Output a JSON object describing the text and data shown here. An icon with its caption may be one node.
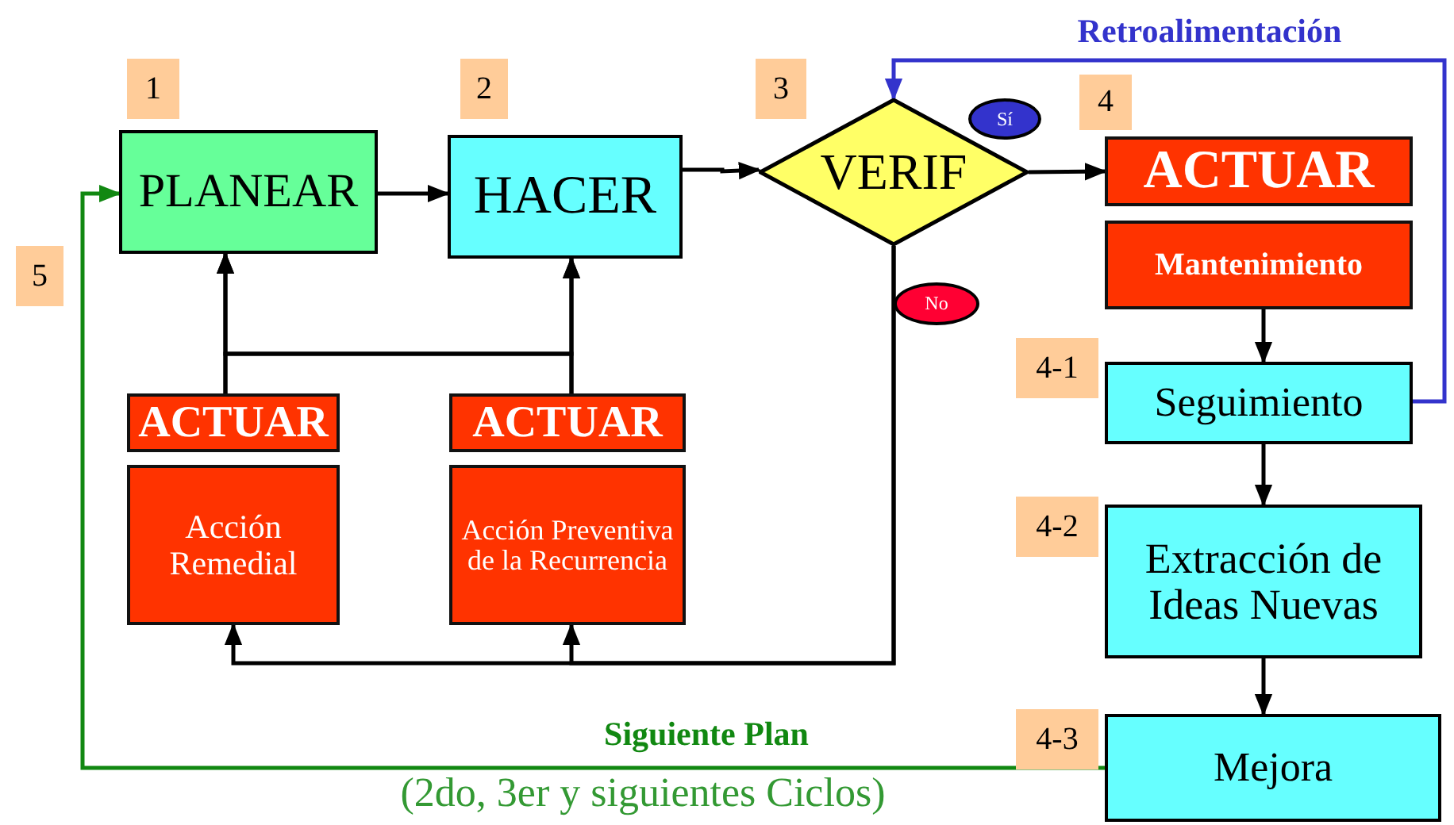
{
  "diagram": {
    "nodes": [
      {
        "text": [
          "PLANEAR"
        ]
      },
      {
        "text": [
          "HACER"
        ]
      },
      {
        "text": [
          "VERIF"
        ]
      },
      {
        "text": [
          "ACTUAR"
        ]
      },
      {
        "text": [
          "Mantenimiento"
        ]
      },
      {
        "text": [
          "ACTUAR"
        ]
      },
      {
        "text": [
          "Acción Remedial"
        ]
      },
      {
        "text": [
          "ACTUAR"
        ]
      },
      {
        "text": [
          "Acción Preventiva de la Recurrencia"
        ]
      },
      {
        "text": [
          "Seguimiento"
        ]
      },
      {
        "text": [
          "Extracción de Ideas Nuevas"
        ]
      },
      {
        "text": [
          "Mejora"
        ]
      },
      {
        "text": [
          "Sí"
        ]
      },
      {
        "text": [
          "No"
        ]
      },
      {
        "text": [
          "1"
        ]
      },
      {
        "text": [
          "2"
        ]
      },
      {
        "text": [
          "3"
        ]
      },
      {
        "text": [
          "4"
        ]
      },
      {
        "text": [
          "5"
        ]
      },
      {
        "text": [
          "4-1"
        ]
      },
      {
        "text": [
          "4-2"
        ]
      },
      {
        "text": [
          "4-3"
        ]
      }
    ],
    "edges": [
      {
        "from": 0,
        "to": 1,
        "arrow": "to"
      },
      {
        "from": 1,
        "to": 2,
        "arrow": "to"
      },
      {
        "from": 2,
        "to": 3,
        "arrow": "to"
      },
      {
        "from": 4,
        "to": 9,
        "arrow": "to"
      },
      {
        "from": 9,
        "to": 10,
        "arrow": "to"
      },
      {
        "from": 10,
        "to": 11,
        "arrow": "to"
      },
      {
        "from": 5,
        "to": 0,
        "arrow": "to"
      },
      {
        "from": 5,
        "to": 1,
        "arrow": "to"
      },
      {
        "from": 7,
        "to": 0,
        "arrow": "to"
      },
      {
        "from": 7,
        "to": 1,
        "arrow": "to"
      },
      {
        "from": 2,
        "to": 6,
        "arrow": "to"
      },
      {
        "from": 2,
        "to": 8,
        "arrow": "to"
      },
      {
        "from": 9,
        "to": 2,
        "arrow": "to",
        "label": "Retroalimentación",
        "color": "#3333cc"
      },
      {
        "from": 11,
        "to": 0,
        "arrow": "to",
        "label": "Siguiente Plan",
        "color": "#118811"
      }
    ],
    "labels": [
      "(2do, 3er y siguientes Ciclos)"
    ]
  }
}
